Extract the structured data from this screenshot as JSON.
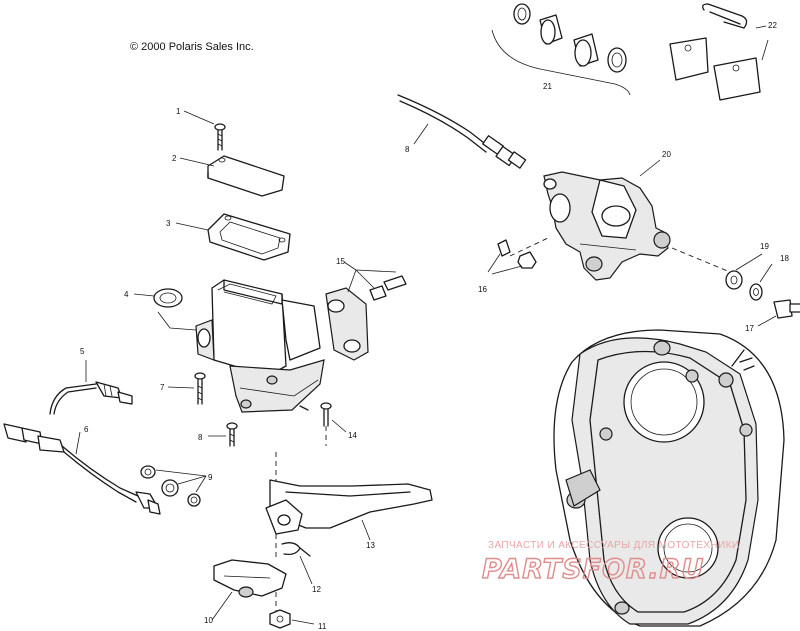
{
  "copyright": "© 2000 Polaris Sales Inc.",
  "watermark": {
    "caption": "ЗАПЧАСТИ И АКСЕССУАРЫ ДЛЯ МОТОТЕХНИКИ",
    "logo": "PARTSFOR.RU",
    "color": "#e08a8a"
  },
  "callouts": {
    "c1": "1",
    "c2": "2",
    "c3": "3",
    "c4": "4",
    "c5": "5",
    "c6": "6",
    "c7": "7",
    "c8": "8",
    "c9": "9",
    "c10": "10",
    "c11": "11",
    "c12": "12",
    "c13": "13",
    "c14": "14",
    "c15": "15",
    "c16": "16",
    "c17": "17",
    "c18": "18",
    "c19": "19",
    "c20": "20",
    "c21": "21",
    "c22": "22"
  }
}
